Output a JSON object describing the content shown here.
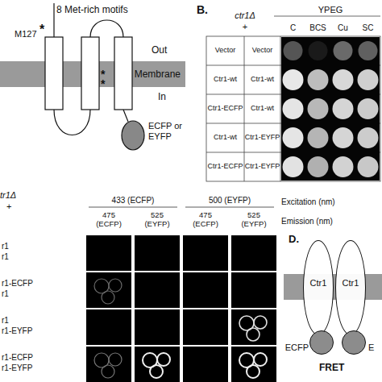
{
  "diagram": {
    "nodes": [
      {
        "text": [
          "Membrane"
        ]
      },
      {
        "text": [
          "Ctr1"
        ]
      },
      {
        "text": [
          "Ctr1"
        ]
      },
      {
        "text": [
          "ECFP"
        ]
      },
      {
        "text": [
          "E"
        ]
      }
    ],
    "labels": [
      "8 Met-rich motifs",
      "M127",
      "*",
      "*",
      "*",
      "Out",
      "In",
      "ECFP or EYFP",
      "B.",
      "ctr1Δ",
      "+",
      "YPEG",
      "C",
      "BCS",
      "Cu",
      "SC",
      "Vector",
      "Vector",
      "Ctr1-wt",
      "Ctr1-wt",
      "Ctr1-ECFP",
      "Ctr1-wt",
      "Ctr1-wt",
      "Ctr1-EYFP",
      "Ctr1-ECFP",
      "Ctr1-EYFP",
      "tr1Δ",
      "+",
      "433 (ECFP)",
      "500 (EYFP)",
      "Excitation (nm)",
      "475 (ECFP)",
      "525 (EYFP)",
      "475 (ECFP)",
      "525 (EYFP)",
      "Emission (nm)",
      "r1",
      "r1",
      "r1-ECFP",
      "r1",
      "r1",
      "r1-EYFP",
      "r1-ECFP",
      "r1-EYFP",
      "D.",
      "FRET"
    ]
  }
}
